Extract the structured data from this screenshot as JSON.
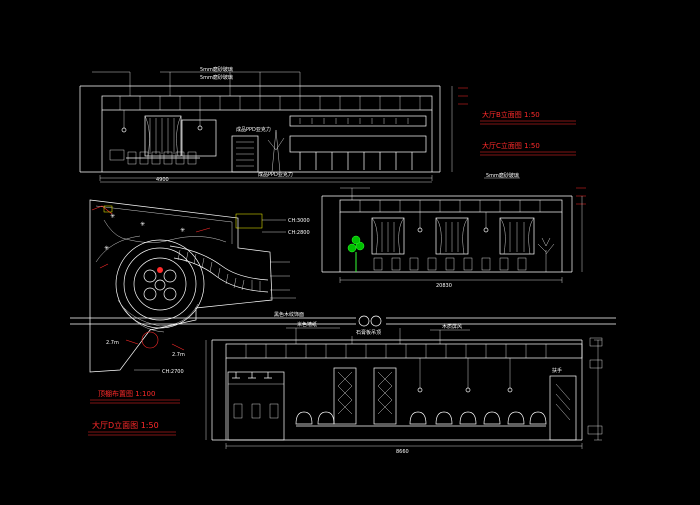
{
  "titles": {
    "elev_b": "大厅B立面图 1:50",
    "elev_c": "大厅C立面图 1:50",
    "elev_d": "大厅D立面图 1:50",
    "plan": "顶棚布置图 1:100"
  },
  "ceiling_heights": {
    "ch1": "CH:3000",
    "ch2": "CH:2800",
    "ch3": "CH:2700"
  },
  "labels": {
    "mm_a": "5mm磨砂玻璃",
    "mm_b": "5mm磨砂玻璃",
    "sign_a": "成品PPD亚克力",
    "sign_b": "成品PPD亚克力",
    "dim_top": "4900",
    "dim_c": "20830",
    "dim_d": "8660",
    "note_a": "黑色木纹饰面",
    "note_b": "米色墙纸",
    "note_c": "石膏板吊顶",
    "note_d": "木质屏风",
    "r1": "2.7m",
    "r2": "2.7m",
    "right_mark": "扶手"
  },
  "colors": {
    "background": "#000000",
    "line": "#ffffff",
    "annotation": "#ff2a2a",
    "accent": "#ffff00",
    "plant": "#00c000"
  }
}
